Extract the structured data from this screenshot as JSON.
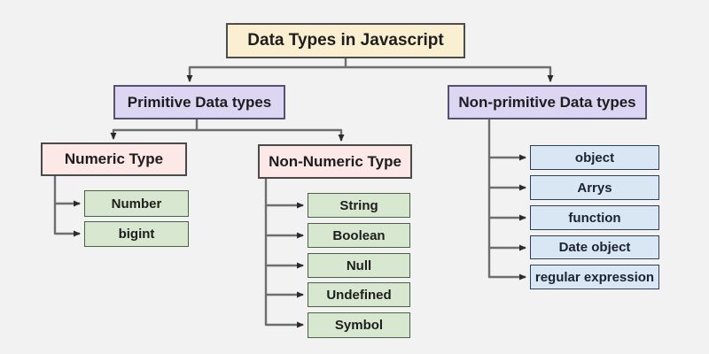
{
  "diagram": {
    "title": "Data Types in Javascript",
    "primitive": {
      "label": "Primitive Data types",
      "numeric": {
        "label": "Numeric Type",
        "items": [
          "Number",
          "bigint"
        ]
      },
      "non_numeric": {
        "label": "Non-Numeric Type",
        "items": [
          "String",
          "Boolean",
          "Null",
          "Undefined",
          "Symbol"
        ]
      }
    },
    "non_primitive": {
      "label": "Non-primitive Data types",
      "items": [
        "object",
        "Arrys",
        "function",
        "Date object",
        "regular expression"
      ]
    },
    "colors": {
      "background": "#f2f2f3",
      "title_fill": "#faf0d1",
      "title_border": "#4d4d4d",
      "branch_fill": "#dcd6f3",
      "branch_border": "#555170",
      "sub_fill": "#fde8e8",
      "sub_border": "#4a4a4a",
      "green_fill": "#d8e8d0",
      "green_border": "#486343",
      "blue_fill": "#d9e6f4",
      "blue_border": "#2a4158",
      "blue_text": "#1b2430",
      "connector": "#6e6e6e",
      "arrow": "#2b2b2b",
      "text": "#1d1d1d"
    }
  }
}
